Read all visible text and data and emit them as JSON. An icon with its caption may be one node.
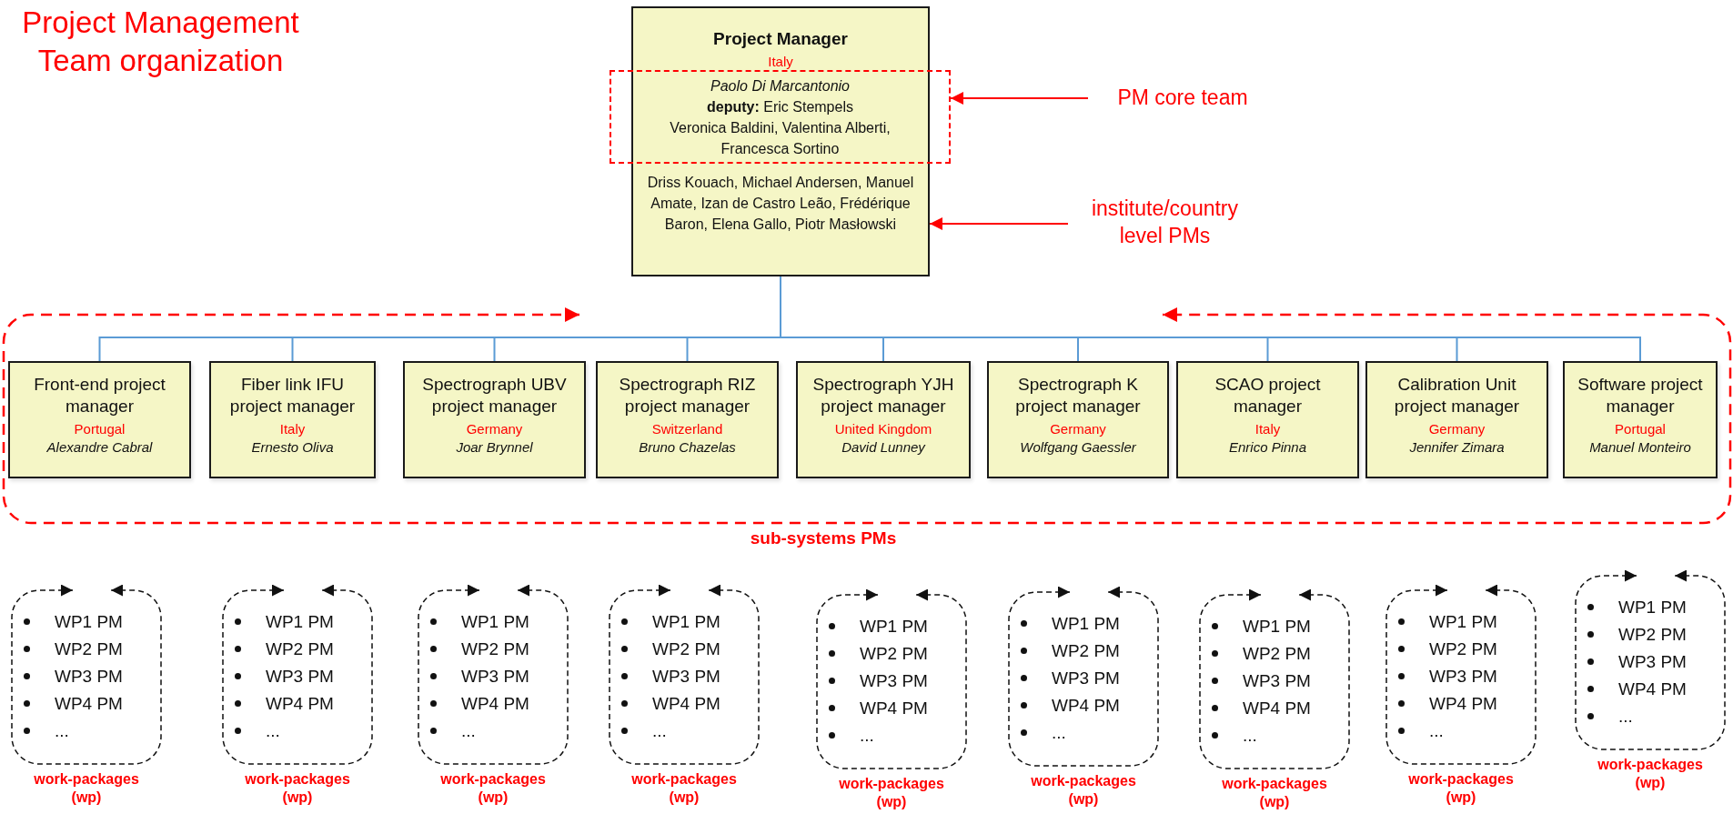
{
  "diagram": {
    "title": "Project Management Team organization",
    "nodes": [
      {
        "text": [
          "Project Manager",
          "Italy",
          "Driss Kouach, Michael Andersen, Manuel Amate, Izan de Castro Leão, Frédérique Baron, Elena Gallo, Piotr Masłowski"
        ]
      },
      {
        "text": [
          "Paolo Di Marcantonio",
          "**deputy:** Eric Stempels",
          "Veronica Baldini, Valentina Alberti, Francesca Sortino"
        ]
      },
      {
        "text": [
          "PM core team"
        ]
      },
      {
        "text": [
          "institute/country level PMs"
        ]
      },
      {
        "text": [
          "sub-systems PMs"
        ]
      },
      {
        "text": [
          "Front-end project manager",
          "Portugal",
          "Alexandre Cabral"
        ],
        "in": 4
      },
      {
        "text": [
          "Fiber link IFU project manager",
          "Italy",
          "Ernesto Oliva"
        ],
        "in": 4
      },
      {
        "text": [
          "Spectrograph UBV project manager",
          "Germany",
          "Joar Brynnel"
        ],
        "in": 4
      },
      {
        "text": [
          "Spectrograph RIZ project manager",
          "Switzerland",
          "Bruno Chazelas"
        ],
        "in": 4
      },
      {
        "text": [
          "Spectrograph YJH project manager",
          "United Kingdom",
          "David Lunney"
        ],
        "in": 4
      },
      {
        "text": [
          "Spectrograph K project manager",
          "Germany",
          "Wolfgang Gaessler"
        ],
        "in": 4
      },
      {
        "text": [
          "SCAO project manager",
          "Italy",
          "Enrico Pinna"
        ],
        "in": 4
      },
      {
        "text": [
          "Calibration Unit project manager",
          "Germany",
          "Jennifer Zimara"
        ],
        "in": 4
      },
      {
        "text": [
          "Software project manager",
          "Portugal",
          "Manuel Monteiro"
        ],
        "in": 4
      },
      {
        "text": [
          "WP1 PM",
          "WP2 PM",
          "WP3 PM",
          "WP4 PM",
          "...",
          "work-packages (wp)"
        ]
      },
      {
        "text": [
          "WP1 PM",
          "WP2 PM",
          "WP3 PM",
          "WP4 PM",
          "...",
          "work-packages (wp)"
        ]
      },
      {
        "text": [
          "WP1 PM",
          "WP2 PM",
          "WP3 PM",
          "WP4 PM",
          "...",
          "work-packages (wp)"
        ]
      },
      {
        "text": [
          "WP1 PM",
          "WP2 PM",
          "WP3 PM",
          "WP4 PM",
          "...",
          "work-packages (wp)"
        ]
      },
      {
        "text": [
          "WP1 PM",
          "WP2 PM",
          "WP3 PM",
          "WP4 PM",
          "...",
          "work-packages (wp)"
        ]
      },
      {
        "text": [
          "WP1 PM",
          "WP2 PM",
          "WP3 PM",
          "WP4 PM",
          "...",
          "work-packages (wp)"
        ]
      },
      {
        "text": [
          "WP1 PM",
          "WP2 PM",
          "WP3 PM",
          "WP4 PM",
          "...",
          "work-packages (wp)"
        ]
      },
      {
        "text": [
          "WP1 PM",
          "WP2 PM",
          "WP3 PM",
          "WP4 PM",
          "...",
          "work-packages (wp)"
        ]
      },
      {
        "text": [
          "WP1 PM",
          "WP2 PM",
          "WP3 PM",
          "WP4 PM",
          "...",
          "work-packages (wp)"
        ]
      }
    ],
    "edges": [
      {
        "from": 2,
        "to": 1,
        "arrow": "to",
        "color": "#ff0000"
      },
      {
        "from": 3,
        "to": 0,
        "arrow": "to",
        "color": "#ff0000"
      },
      {
        "from": 0,
        "to": 5,
        "arrow": "none"
      },
      {
        "from": 0,
        "to": 6,
        "arrow": "none"
      },
      {
        "from": 0,
        "to": 7,
        "arrow": "none"
      },
      {
        "from": 0,
        "to": 8,
        "arrow": "none"
      },
      {
        "from": 0,
        "to": 9,
        "arrow": "none"
      },
      {
        "from": 0,
        "to": 10,
        "arrow": "none"
      },
      {
        "from": 0,
        "to": 11,
        "arrow": "none"
      },
      {
        "from": 0,
        "to": 12,
        "arrow": "none"
      },
      {
        "from": 0,
        "to": 13,
        "arrow": "none"
      }
    ]
  }
}
